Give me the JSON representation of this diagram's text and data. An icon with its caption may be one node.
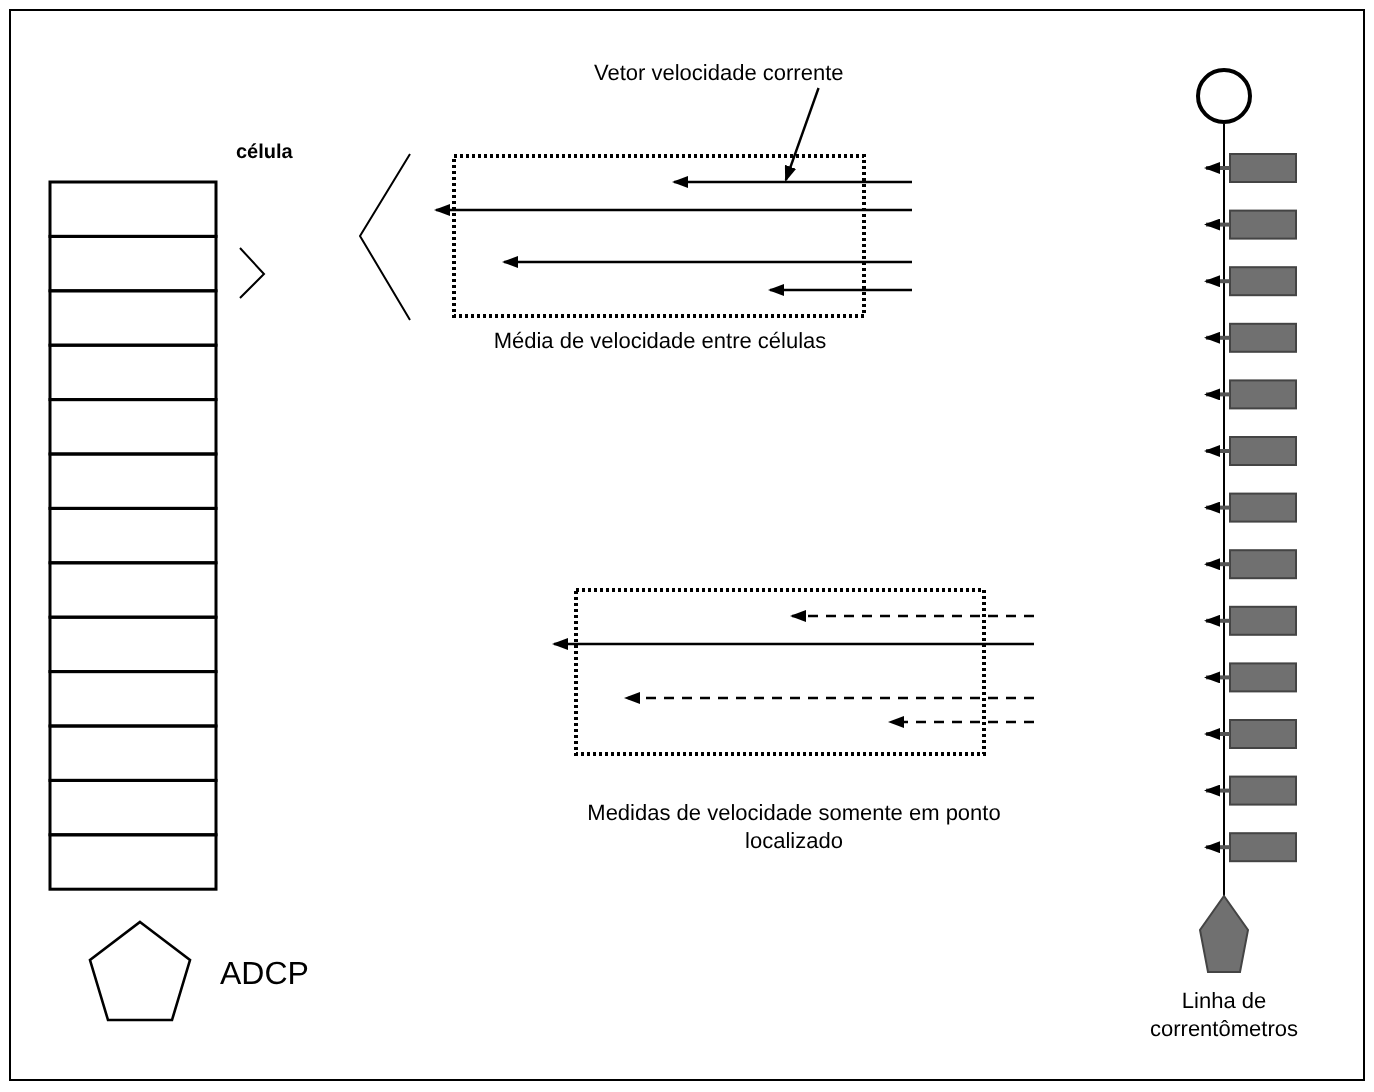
{
  "diagram": {
    "nodes": [
      {
        "text": [
          "Vetor velocidade corrente"
        ]
      },
      {
        "text": [],
        "shape": "arrow"
      }
    ],
    "edges": [
      {
        "from": 0,
        "to": 1,
        "arrow": "to"
      }
    ],
    "labels": [
      "célula",
      "Média de velocidade entre células",
      "Medidas de velocidade somente em ponto localizado",
      "ADCP",
      "Linha de correntômetros"
    ]
  }
}
